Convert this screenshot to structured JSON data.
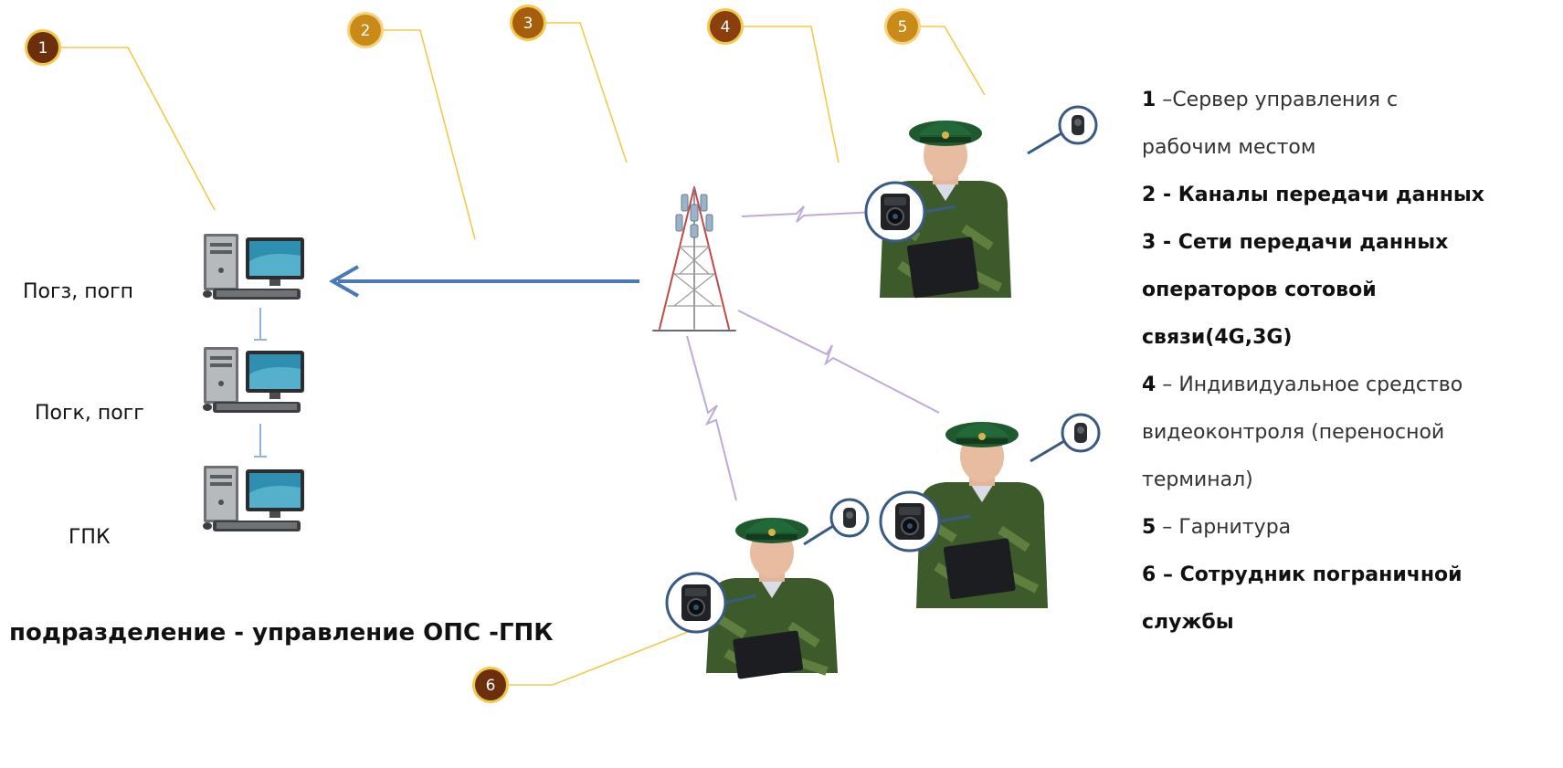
{
  "badges": [
    "1",
    "2",
    "3",
    "4",
    "5",
    "6"
  ],
  "computers": [
    {
      "label": "Погз, погп"
    },
    {
      "label": "Погк, погг"
    },
    {
      "label": "ГПК"
    }
  ],
  "caption": "подразделение - управление ОПС -ГПК",
  "legend": [
    {
      "num": "1",
      "sep": " –",
      "text": "Сервер управления с",
      "style": "light"
    },
    {
      "num": "",
      "sep": "",
      "text": "рабочим местом",
      "style": "light"
    },
    {
      "num": "2",
      "sep": " - ",
      "text": "Каналы передачи данных",
      "style": "bold"
    },
    {
      "num": "3",
      "sep": " - ",
      "text": "Сети передачи данных",
      "style": "bold"
    },
    {
      "num": "",
      "sep": "",
      "text": "операторов  сотовой",
      "style": "bold"
    },
    {
      "num": "",
      "sep": "",
      "text": "связи(4G,3G)",
      "style": "bold"
    },
    {
      "num": "4",
      "sep": " – ",
      "text": "Индивидуальное средство",
      "style": "light"
    },
    {
      "num": "",
      "sep": "",
      "text": "видеоконтроля (переносной",
      "style": "light"
    },
    {
      "num": "",
      "sep": "",
      "text": "терминал)",
      "style": "light"
    },
    {
      "num": "5",
      "sep": " – ",
      "text": "Гарнитура",
      "style": "light"
    },
    {
      "num": "6",
      "sep": " – ",
      "text": "Сотрудник  пограничной",
      "style": "bold"
    },
    {
      "num": "",
      "sep": "",
      "text": "службы",
      "style": "bold"
    }
  ],
  "colors": {
    "badge_dark": "#6b2f0c",
    "badge_light": "#c98a17",
    "leader": "#f2c94c",
    "arrow": "#4a79b8",
    "radio": "#b49ad6",
    "uniform": "#3d5a2a",
    "cap": "#1f5a2e"
  }
}
